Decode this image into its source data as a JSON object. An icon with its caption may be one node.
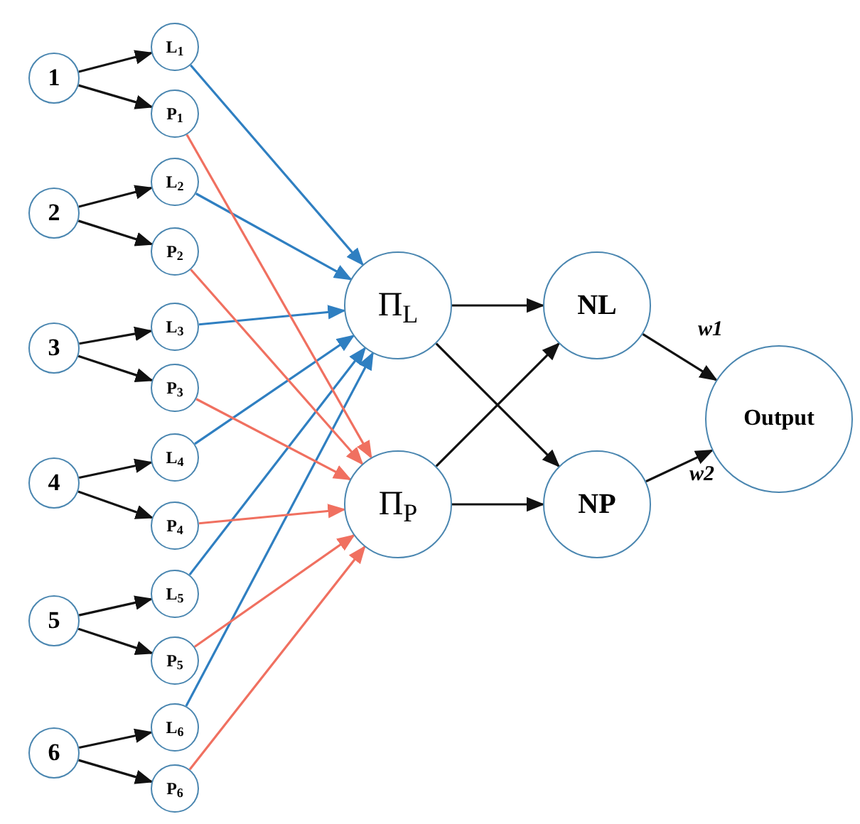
{
  "diagram": {
    "nodes": [
      {
        "text": [
          "1"
        ]
      },
      {
        "text": [
          "2"
        ]
      },
      {
        "text": [
          "3"
        ]
      },
      {
        "text": [
          "4"
        ]
      },
      {
        "text": [
          "5"
        ]
      },
      {
        "text": [
          "6"
        ]
      },
      {
        "text": [
          "L$_{1}$"
        ]
      },
      {
        "text": [
          "P$_{1}$"
        ]
      },
      {
        "text": [
          "L$_{2}$"
        ]
      },
      {
        "text": [
          "P$_{2}$"
        ]
      },
      {
        "text": [
          "L$_{3}$"
        ]
      },
      {
        "text": [
          "P$_{3}$"
        ]
      },
      {
        "text": [
          "L$_{4}$"
        ]
      },
      {
        "text": [
          "P$_{4}$"
        ]
      },
      {
        "text": [
          "L$_{5}$"
        ]
      },
      {
        "text": [
          "P$_{5}$"
        ]
      },
      {
        "text": [
          "L$_{6}$"
        ]
      },
      {
        "text": [
          "P$_{6}$"
        ]
      },
      {
        "text": [
          "Π$_{L}$"
        ]
      },
      {
        "text": [
          "Π$_{P}$"
        ]
      },
      {
        "text": [
          "NL"
        ]
      },
      {
        "text": [
          "NP"
        ]
      },
      {
        "text": [
          "Output"
        ]
      }
    ],
    "edges": [
      {
        "from": 0,
        "to": 6,
        "arrow": "to"
      },
      {
        "from": 0,
        "to": 7,
        "arrow": "to"
      },
      {
        "from": 1,
        "to": 8,
        "arrow": "to"
      },
      {
        "from": 1,
        "to": 9,
        "arrow": "to"
      },
      {
        "from": 2,
        "to": 10,
        "arrow": "to"
      },
      {
        "from": 2,
        "to": 11,
        "arrow": "to"
      },
      {
        "from": 3,
        "to": 12,
        "arrow": "to"
      },
      {
        "from": 3,
        "to": 13,
        "arrow": "to"
      },
      {
        "from": 4,
        "to": 14,
        "arrow": "to"
      },
      {
        "from": 4,
        "to": 15,
        "arrow": "to"
      },
      {
        "from": 5,
        "to": 16,
        "arrow": "to"
      },
      {
        "from": 5,
        "to": 17,
        "arrow": "to"
      },
      {
        "from": 6,
        "to": 18,
        "arrow": "to",
        "color": "#2f7fc1"
      },
      {
        "from": 8,
        "to": 18,
        "arrow": "to",
        "color": "#2f7fc1"
      },
      {
        "from": 10,
        "to": 18,
        "arrow": "to",
        "color": "#2f7fc1"
      },
      {
        "from": 12,
        "to": 18,
        "arrow": "to",
        "color": "#2f7fc1"
      },
      {
        "from": 14,
        "to": 18,
        "arrow": "to",
        "color": "#2f7fc1"
      },
      {
        "from": 16,
        "to": 18,
        "arrow": "to",
        "color": "#2f7fc1"
      },
      {
        "from": 7,
        "to": 19,
        "arrow": "to",
        "color": "#f07060"
      },
      {
        "from": 9,
        "to": 19,
        "arrow": "to",
        "color": "#f07060"
      },
      {
        "from": 11,
        "to": 19,
        "arrow": "to",
        "color": "#f07060"
      },
      {
        "from": 13,
        "to": 19,
        "arrow": "to",
        "color": "#f07060"
      },
      {
        "from": 15,
        "to": 19,
        "arrow": "to",
        "color": "#f07060"
      },
      {
        "from": 17,
        "to": 19,
        "arrow": "to",
        "color": "#f07060"
      },
      {
        "from": 18,
        "to": 20,
        "arrow": "to"
      },
      {
        "from": 18,
        "to": 21,
        "arrow": "to"
      },
      {
        "from": 19,
        "to": 20,
        "arrow": "to"
      },
      {
        "from": 19,
        "to": 21,
        "arrow": "to"
      },
      {
        "from": 20,
        "to": 22,
        "arrow": "to",
        "label": "w1"
      },
      {
        "from": 21,
        "to": 22,
        "arrow": "to",
        "label": "w2"
      }
    ]
  }
}
